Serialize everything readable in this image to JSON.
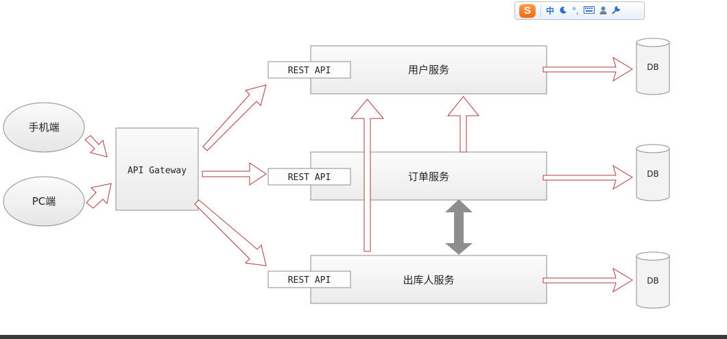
{
  "clients": [
    {
      "label": "手机端"
    },
    {
      "label": "PC端"
    }
  ],
  "gateway": {
    "label": "API Gateway"
  },
  "services": [
    {
      "api_label": "REST API",
      "name": "用户服务",
      "db_label": "DB"
    },
    {
      "api_label": "REST API",
      "name": "订单服务",
      "db_label": "DB"
    },
    {
      "api_label": "REST API",
      "name": "出库人服务",
      "db_label": "DB"
    }
  ],
  "ime_toolbar": {
    "logo": "S",
    "items": [
      "中",
      "moon-icon",
      "°,",
      "keyboard-icon",
      "user-icon",
      "wrench-icon"
    ],
    "mode_label": "中",
    "punct_label": "°,"
  },
  "colors": {
    "arrow_stroke": "#b03a3a",
    "double_arrow": "#8e8e8e",
    "ime_logo": "#f36a12"
  }
}
